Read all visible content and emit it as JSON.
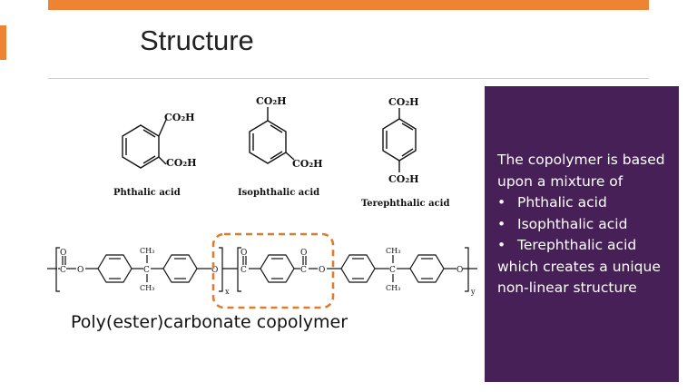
{
  "slide": {
    "title": "Structure",
    "caption": "Poly(ester)carbonate copolymer"
  },
  "acids": [
    {
      "name": "Phthalic acid",
      "groups": [
        "CO₂H",
        "CO₂H"
      ]
    },
    {
      "name": "Isophthalic acid",
      "groups": [
        "CO₂H",
        "CO₂H"
      ]
    },
    {
      "name": "Terephthalic acid",
      "groups": [
        "CO₂H",
        "CO₂H"
      ]
    }
  ],
  "polymer": {
    "atoms": {
      "carbon": "C",
      "oxygen": "O",
      "methyl": "CH₃"
    },
    "subscripts": {
      "x": "x",
      "y": "y"
    }
  },
  "panel": {
    "intro": "The copolymer is based upon a mixture of",
    "items": [
      "Phthalic acid",
      "Isophthalic acid",
      "Terephthalic acid"
    ],
    "outro": "which creates a unique non-linear structure"
  },
  "colors": {
    "accent": "#ee8433",
    "panel_bg": "#472057",
    "highlight_box": "#e07b28"
  }
}
